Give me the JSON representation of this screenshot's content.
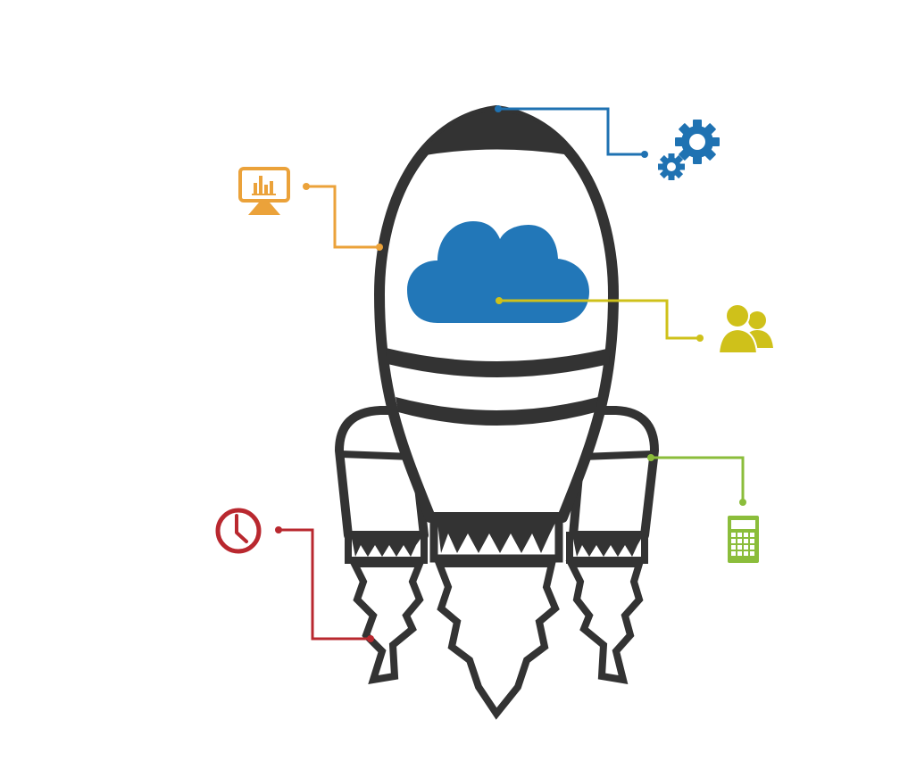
{
  "colors": {
    "background": "#ffffff",
    "rocket_outline": "#333333",
    "gear": "#1f72b2",
    "cloud": "#2277b8",
    "monitor": "#eba23a",
    "users": "#cfc11a",
    "calculator": "#8bbd3b",
    "clock": "#b9282f"
  },
  "icons": [
    {
      "name": "gear-icon",
      "color_key": "gear"
    },
    {
      "name": "cloud-icon",
      "color_key": "cloud"
    },
    {
      "name": "monitor-chart-icon",
      "color_key": "monitor"
    },
    {
      "name": "users-icon",
      "color_key": "users"
    },
    {
      "name": "calculator-icon",
      "color_key": "calculator"
    },
    {
      "name": "clock-icon",
      "color_key": "clock"
    }
  ]
}
